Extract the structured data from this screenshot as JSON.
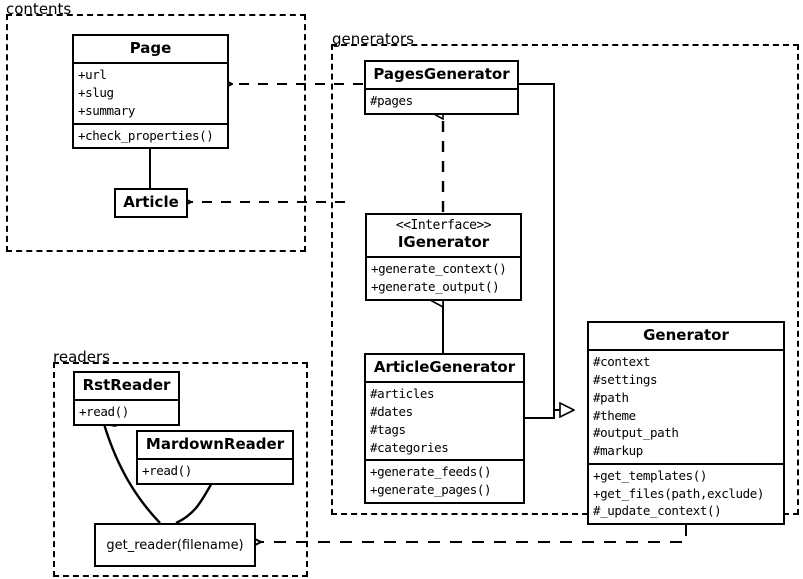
{
  "diagram": {
    "title": "Pelican architecture UML class diagram",
    "stroke_color": "#000000",
    "background": "#ffffff"
  },
  "packages": [
    {
      "id": "contents",
      "label": "contents"
    },
    {
      "id": "generators",
      "label": "generators"
    },
    {
      "id": "readers",
      "label": "readers"
    }
  ],
  "classes": {
    "page": {
      "name": "Page",
      "attributes": [
        "+url",
        "+slug",
        "+summary"
      ],
      "methods": [
        "+check_properties()"
      ]
    },
    "article": {
      "name": "Article",
      "attributes": [],
      "methods": []
    },
    "pages_generator": {
      "name": "PagesGenerator",
      "attributes": [
        "#pages"
      ],
      "methods": []
    },
    "igenerator": {
      "stereotype": "<<Interface>>",
      "name": "IGenerator",
      "attributes": [],
      "methods": [
        "+generate_context()",
        "+generate_output()"
      ]
    },
    "article_generator": {
      "name": "ArticleGenerator",
      "attributes": [
        "#articles",
        "#dates",
        "#tags",
        "#categories"
      ],
      "methods": [
        "+generate_feeds()",
        "+generate_pages()"
      ]
    },
    "generator": {
      "name": "Generator",
      "attributes": [
        "#context",
        "#settings",
        "#path",
        "#theme",
        "#output_path",
        "#markup"
      ],
      "methods": [
        "+get_templates()",
        "+get_files(path,exclude)",
        "#_update_context()"
      ]
    },
    "rst_reader": {
      "name": "RstReader",
      "attributes": [],
      "methods": [
        "+read()"
      ]
    },
    "mardown_reader": {
      "name": "MardownReader",
      "attributes": [],
      "methods": [
        "+read()"
      ]
    },
    "get_reader": {
      "name": "get_reader(filename)"
    }
  },
  "relationships": [
    {
      "id": "article-extends-page",
      "type": "generalization",
      "from": "Article",
      "to": "Page"
    },
    {
      "id": "pagesgen-realizes-igenerator",
      "type": "realization",
      "from": "PagesGenerator",
      "to": "IGenerator"
    },
    {
      "id": "articlegen-extends-igenerator",
      "type": "generalization",
      "from": "ArticleGenerator",
      "to": "IGenerator"
    },
    {
      "id": "articlegen-extends-generator",
      "type": "generalization",
      "from": "ArticleGenerator",
      "to": "Generator"
    },
    {
      "id": "pagesgen-extends-generator",
      "type": "generalization",
      "from": "PagesGenerator",
      "to": "Generator"
    },
    {
      "id": "pagesgen-uses-page",
      "type": "dependency",
      "from": "PagesGenerator",
      "to": "Page"
    },
    {
      "id": "articlegen-uses-article",
      "type": "dependency",
      "from": "ArticleGenerator",
      "to": "Article"
    },
    {
      "id": "generator-uses-get-reader",
      "type": "dependency",
      "from": "Generator",
      "to": "get_reader(filename)"
    },
    {
      "id": "get-reader-creates-rstreader",
      "type": "dependency",
      "from": "get_reader(filename)",
      "to": "RstReader"
    },
    {
      "id": "get-reader-creates-mardownreader",
      "type": "dependency",
      "from": "get_reader(filename)",
      "to": "MardownReader"
    }
  ]
}
